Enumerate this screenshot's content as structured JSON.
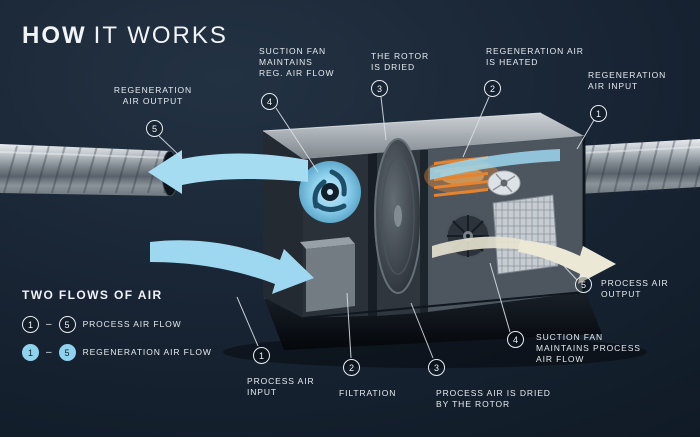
{
  "title": {
    "bold": "HOW",
    "rest": "IT WORKS"
  },
  "legend": {
    "heading": "TWO FLOWS OF AIR",
    "range_dash": "–",
    "rows": [
      {
        "from": "1",
        "to": "5",
        "label": "PROCESS AIR FLOW",
        "style": "outline"
      },
      {
        "from": "1",
        "to": "5",
        "label": "REGENERATION AIR FLOW",
        "style": "filled-blue"
      }
    ]
  },
  "callouts_top": [
    {
      "num": "5",
      "label": "REGENERATION\nAIR OUTPUT"
    },
    {
      "num": "4",
      "label": "SUCTION FAN\nMAINTAINS\nREG. AIR FLOW"
    },
    {
      "num": "3",
      "label": "THE ROTOR\nIS DRIED"
    },
    {
      "num": "2",
      "label": "REGENERATION AIR\nIS HEATED"
    },
    {
      "num": "1",
      "label": "REGENERATION\nAIR INPUT"
    }
  ],
  "callouts_bottom": [
    {
      "num": "1",
      "label": "PROCESS AIR\nINPUT"
    },
    {
      "num": "2",
      "label": "FILTRATION"
    },
    {
      "num": "3",
      "label": "PROCESS AIR IS DRIED\nBY THE ROTOR"
    },
    {
      "num": "4",
      "label": "SUCTION FAN\nMAINTAINS PROCESS\nAIR FLOW"
    },
    {
      "num": "5",
      "label": "PROCESS AIR\nOUTPUT"
    }
  ],
  "colors": {
    "background": "#16222f",
    "regeneration_flow_blue": "#9ed8f0",
    "process_output_cream": "#ece8d6",
    "heater_orange": "#e07b2c",
    "badge_outline": "#e8edf2",
    "legend_filled_badge": "#8fd2ee"
  }
}
